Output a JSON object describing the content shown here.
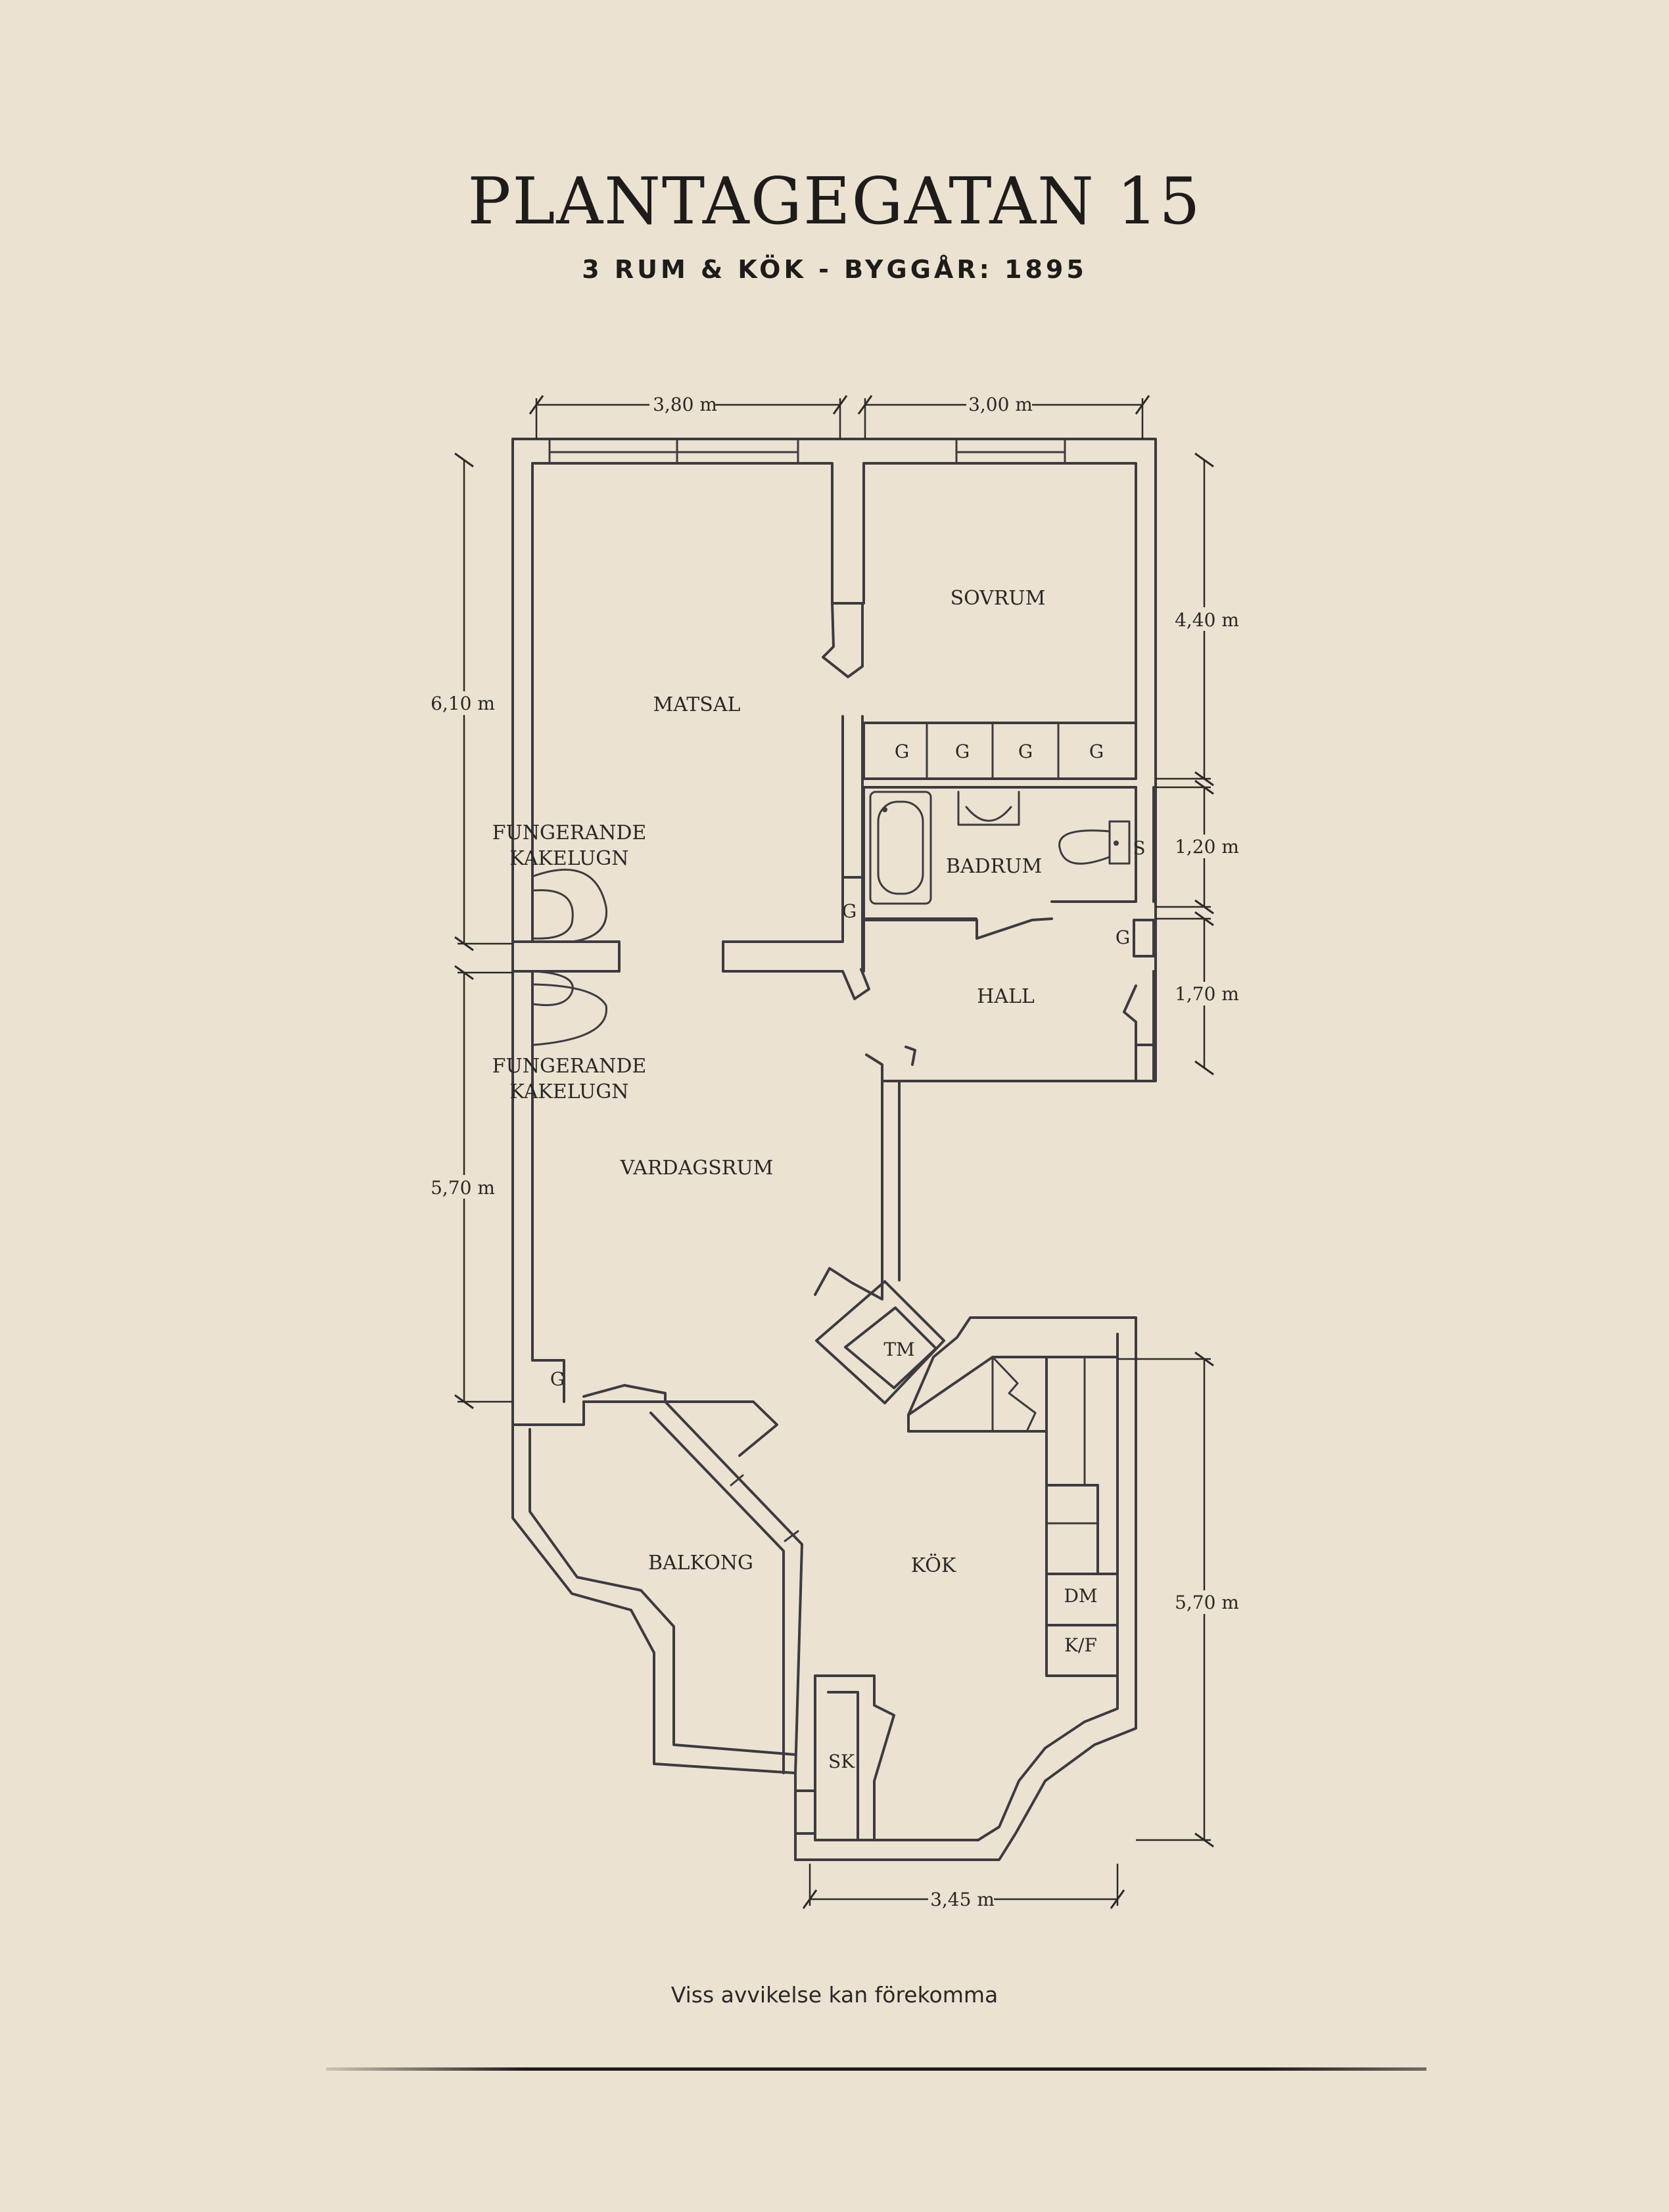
{
  "title": "PLANTAGEGATAN 15",
  "subtitle": "3 RUM & KÖK  -  BYGGÅR: 1895",
  "disclaimer": "Viss avvikelse kan förekomma",
  "rooms": {
    "sovrum": "SOVRUM",
    "matsal": "MATSAL",
    "badrum": "BADRUM",
    "hall": "HALL",
    "kakelugn_top_1": "FUNGERANDE",
    "kakelugn_top_2": "KAKELUGN",
    "kakelugn_bottom_1": "FUNGERANDE",
    "kakelugn_bottom_2": "KAKELUGN",
    "vardagsrum": "VARDAGSRUM",
    "balkong": "BALKONG",
    "kok": "KÖK"
  },
  "markers": {
    "g": "G",
    "s": "S",
    "tm": "TM",
    "dm": "DM",
    "kf": "K/F",
    "sk": "SK"
  },
  "dimensions": {
    "top_left_width": "3,80 m",
    "top_right_width": "3,00 m",
    "left_upper_height": "6,10 m",
    "left_lower_height": "5,70 m",
    "right_sovrum_height": "4,40 m",
    "right_badrum_height": "1,20 m",
    "right_hall_height": "1,70 m",
    "right_kok_height": "5,70 m",
    "bottom_width": "3,45 m"
  }
}
